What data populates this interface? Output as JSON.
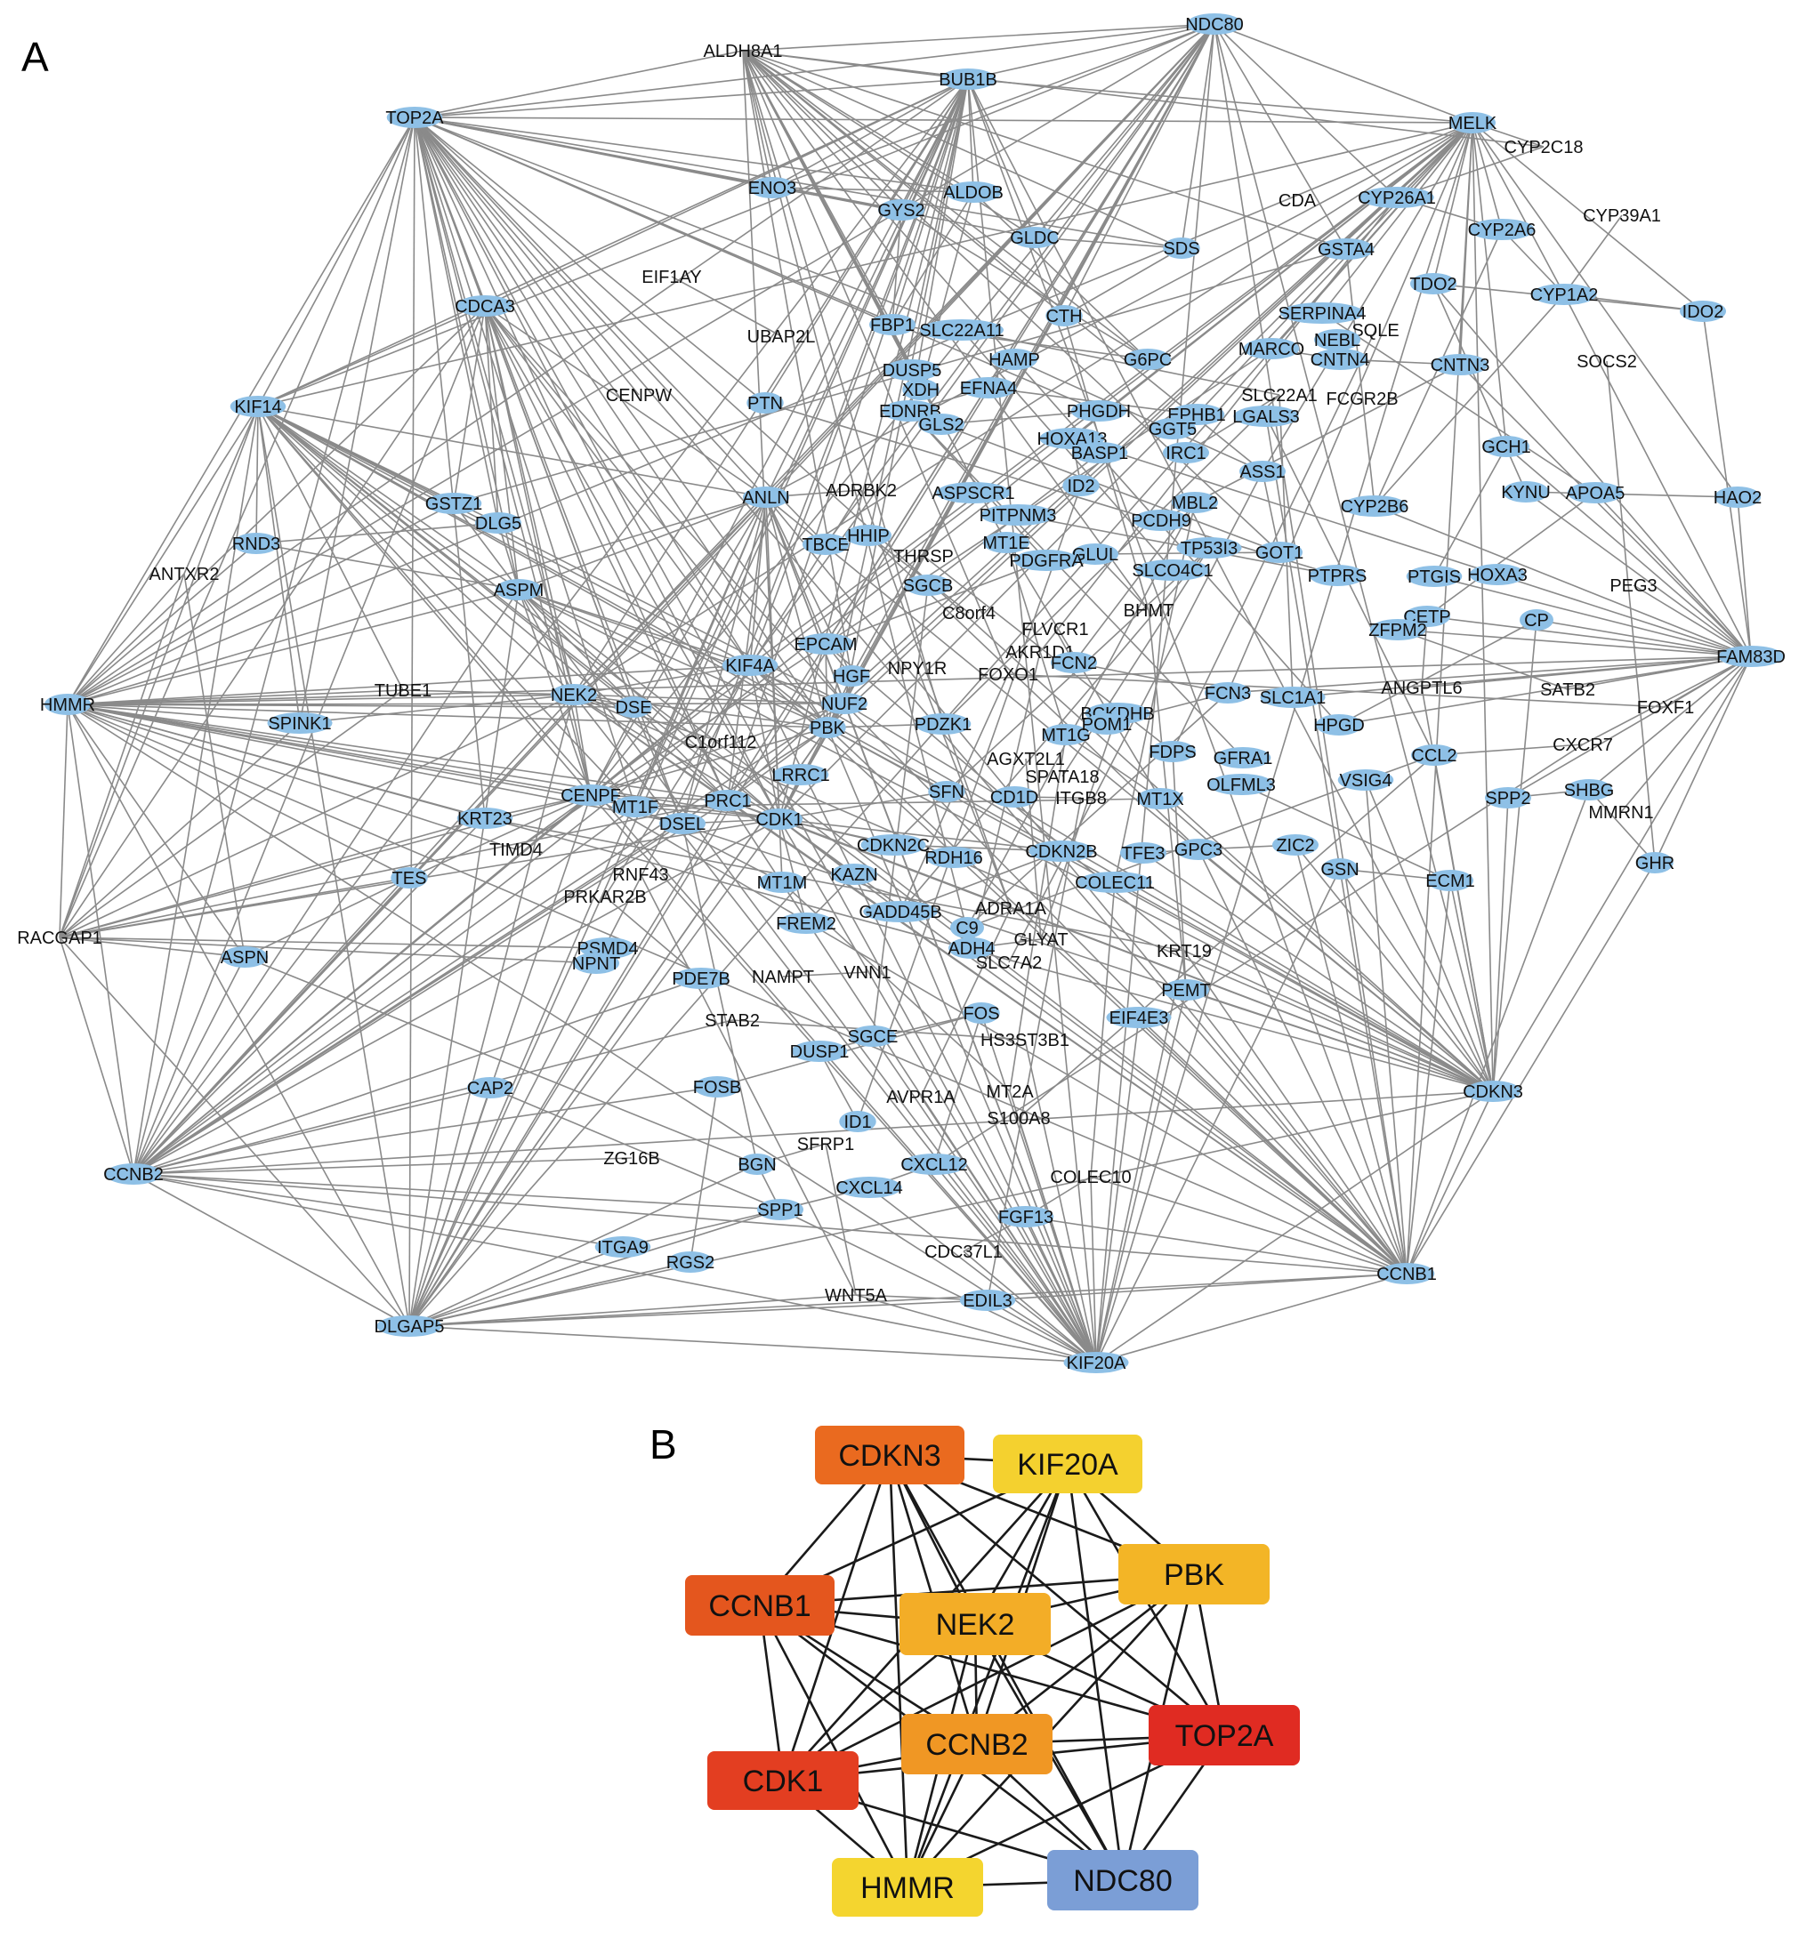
{
  "panels": {
    "A": {
      "label": "A",
      "genes": [
        "NDC80",
        "ALDH8A1",
        "BUB1B",
        "TOP2A",
        "MELK",
        "CYP2C18",
        "ENO3",
        "ALDOB",
        "GYS2",
        "CDA",
        "CYP26A1",
        "CYP2A6",
        "CYP39A1",
        "GLDC",
        "SDS",
        "GSTA4",
        "EIF1AY",
        "TDO2",
        "CYP1A2",
        "CDCA3",
        "CTH",
        "SERPINA4",
        "IDO2",
        "UBAP2L",
        "FBP1",
        "SLC22A11",
        "SQLE",
        "NEBL",
        "HAMP",
        "G6PC",
        "MARCO",
        "CNTN4",
        "CNTN3",
        "SOCS2",
        "DUSP5",
        "CENPW",
        "XDH",
        "EFNA4",
        "FCGR2B",
        "KIF14",
        "PTN",
        "EDNRB",
        "PHGDH",
        "SLC22A1",
        "EPHB1",
        "LGALS3",
        "GLS2",
        "HOXA13",
        "GGT5",
        "BASP1",
        "IRC1",
        "GCH1",
        "ANLN",
        "ASS1",
        "ADRBK2",
        "ASPSCR1",
        "ID2",
        "KYNU",
        "APOA5",
        "HAO2",
        "GSTZ1",
        "PITPNM3",
        "MBL2",
        "CYP2B6",
        "RND3",
        "DLG5",
        "MT1E",
        "PCDH9",
        "GOT1",
        "TBCE",
        "HHIP",
        "GLUL",
        "TP53I3",
        "ANTXR2",
        "THRSP",
        "PDGFRA",
        "SLCO4C1",
        "PTPRS",
        "PTGIS",
        "HOXA3",
        "PEG3",
        "ASPM",
        "SGCB",
        "C8orf4",
        "BHMT",
        "CETP",
        "CP",
        "FLVCR1",
        "ZFPM2",
        "EPCAM",
        "AKR1D1",
        "FAM83D",
        "KIF4A",
        "FCN2",
        "HGF",
        "NPY1R",
        "FOXO1",
        "ANGPTL6",
        "SATB2",
        "HMMR",
        "TUBE1",
        "NEK2",
        "DSE",
        "BCKDHB",
        "FCN3",
        "SLC1A1",
        "HPGD",
        "NUF2",
        "FOXF1",
        "SPINK1",
        "PDZK1",
        "PBK",
        "MT1G",
        "POM1",
        "C1orf112",
        "FDPS",
        "GFRA1",
        "CCL2",
        "CXCR7",
        "AGXT2L1",
        "SPATA18",
        "CENPF",
        "LRRC1",
        "SFN",
        "PRC1",
        "CD1D",
        "ITGB8",
        "MT1X",
        "OLFML3",
        "VSIG4",
        "SPP2",
        "SHBG",
        "MT1F",
        "MMRN1",
        "KRT23",
        "DSEL",
        "CDK1",
        "CDKN2C",
        "CDKN2B",
        "GPC3",
        "TFE3",
        "ZIC2",
        "TIMD4",
        "RDH16",
        "GSN",
        "ECM1",
        "GHR",
        "TES",
        "RNF43",
        "KAZN",
        "COLEC11",
        "MT1M",
        "PRKAR2B",
        "GADD45B",
        "ADRA1A",
        "FREM2",
        "RACGAP1",
        "PSMD4",
        "C9",
        "GLYAT",
        "ASPN",
        "NPNT",
        "ADH4",
        "KRT19",
        "SLC7A2",
        "PDE7B",
        "NAMPT",
        "VNN1",
        "PEMT",
        "STAB2",
        "FOS",
        "EIF4E3",
        "SGCE",
        "HS3ST3B1",
        "DUSP1",
        "CAP2",
        "FOSB",
        "CDKN3",
        "MT2A",
        "AVPR1A",
        "S100A8",
        "ID1",
        "ZG16B",
        "SFRP1",
        "CXCL12",
        "BGN",
        "COLEC10",
        "CCNB2",
        "CXCL14",
        "SPP1",
        "FGF13",
        "ITGA9",
        "RGS2",
        "CDC37L1",
        "CCNB1",
        "WNT5A",
        "EDIL3",
        "DLGAP5",
        "KIF20A"
      ]
    },
    "B": {
      "label": "B",
      "nodes": [
        {
          "id": "CDKN3",
          "label": "CDKN3",
          "color": "#ea6a1f"
        },
        {
          "id": "KIF20A",
          "label": "KIF20A",
          "color": "#f4d12f"
        },
        {
          "id": "CCNB1",
          "label": "CCNB1",
          "color": "#e4561e"
        },
        {
          "id": "PBK",
          "label": "PBK",
          "color": "#f3b526"
        },
        {
          "id": "NEK2",
          "label": "NEK2",
          "color": "#f3ad27"
        },
        {
          "id": "CCNB2",
          "label": "CCNB2",
          "color": "#f09724"
        },
        {
          "id": "TOP2A",
          "label": "TOP2A",
          "color": "#e02b22"
        },
        {
          "id": "CDK1",
          "label": "CDK1",
          "color": "#e33e21"
        },
        {
          "id": "HMMR",
          "label": "HMMR",
          "color": "#f4d52f"
        },
        {
          "id": "NDC80",
          "label": "NDC80",
          "color": "#7b9ed6"
        }
      ]
    }
  }
}
